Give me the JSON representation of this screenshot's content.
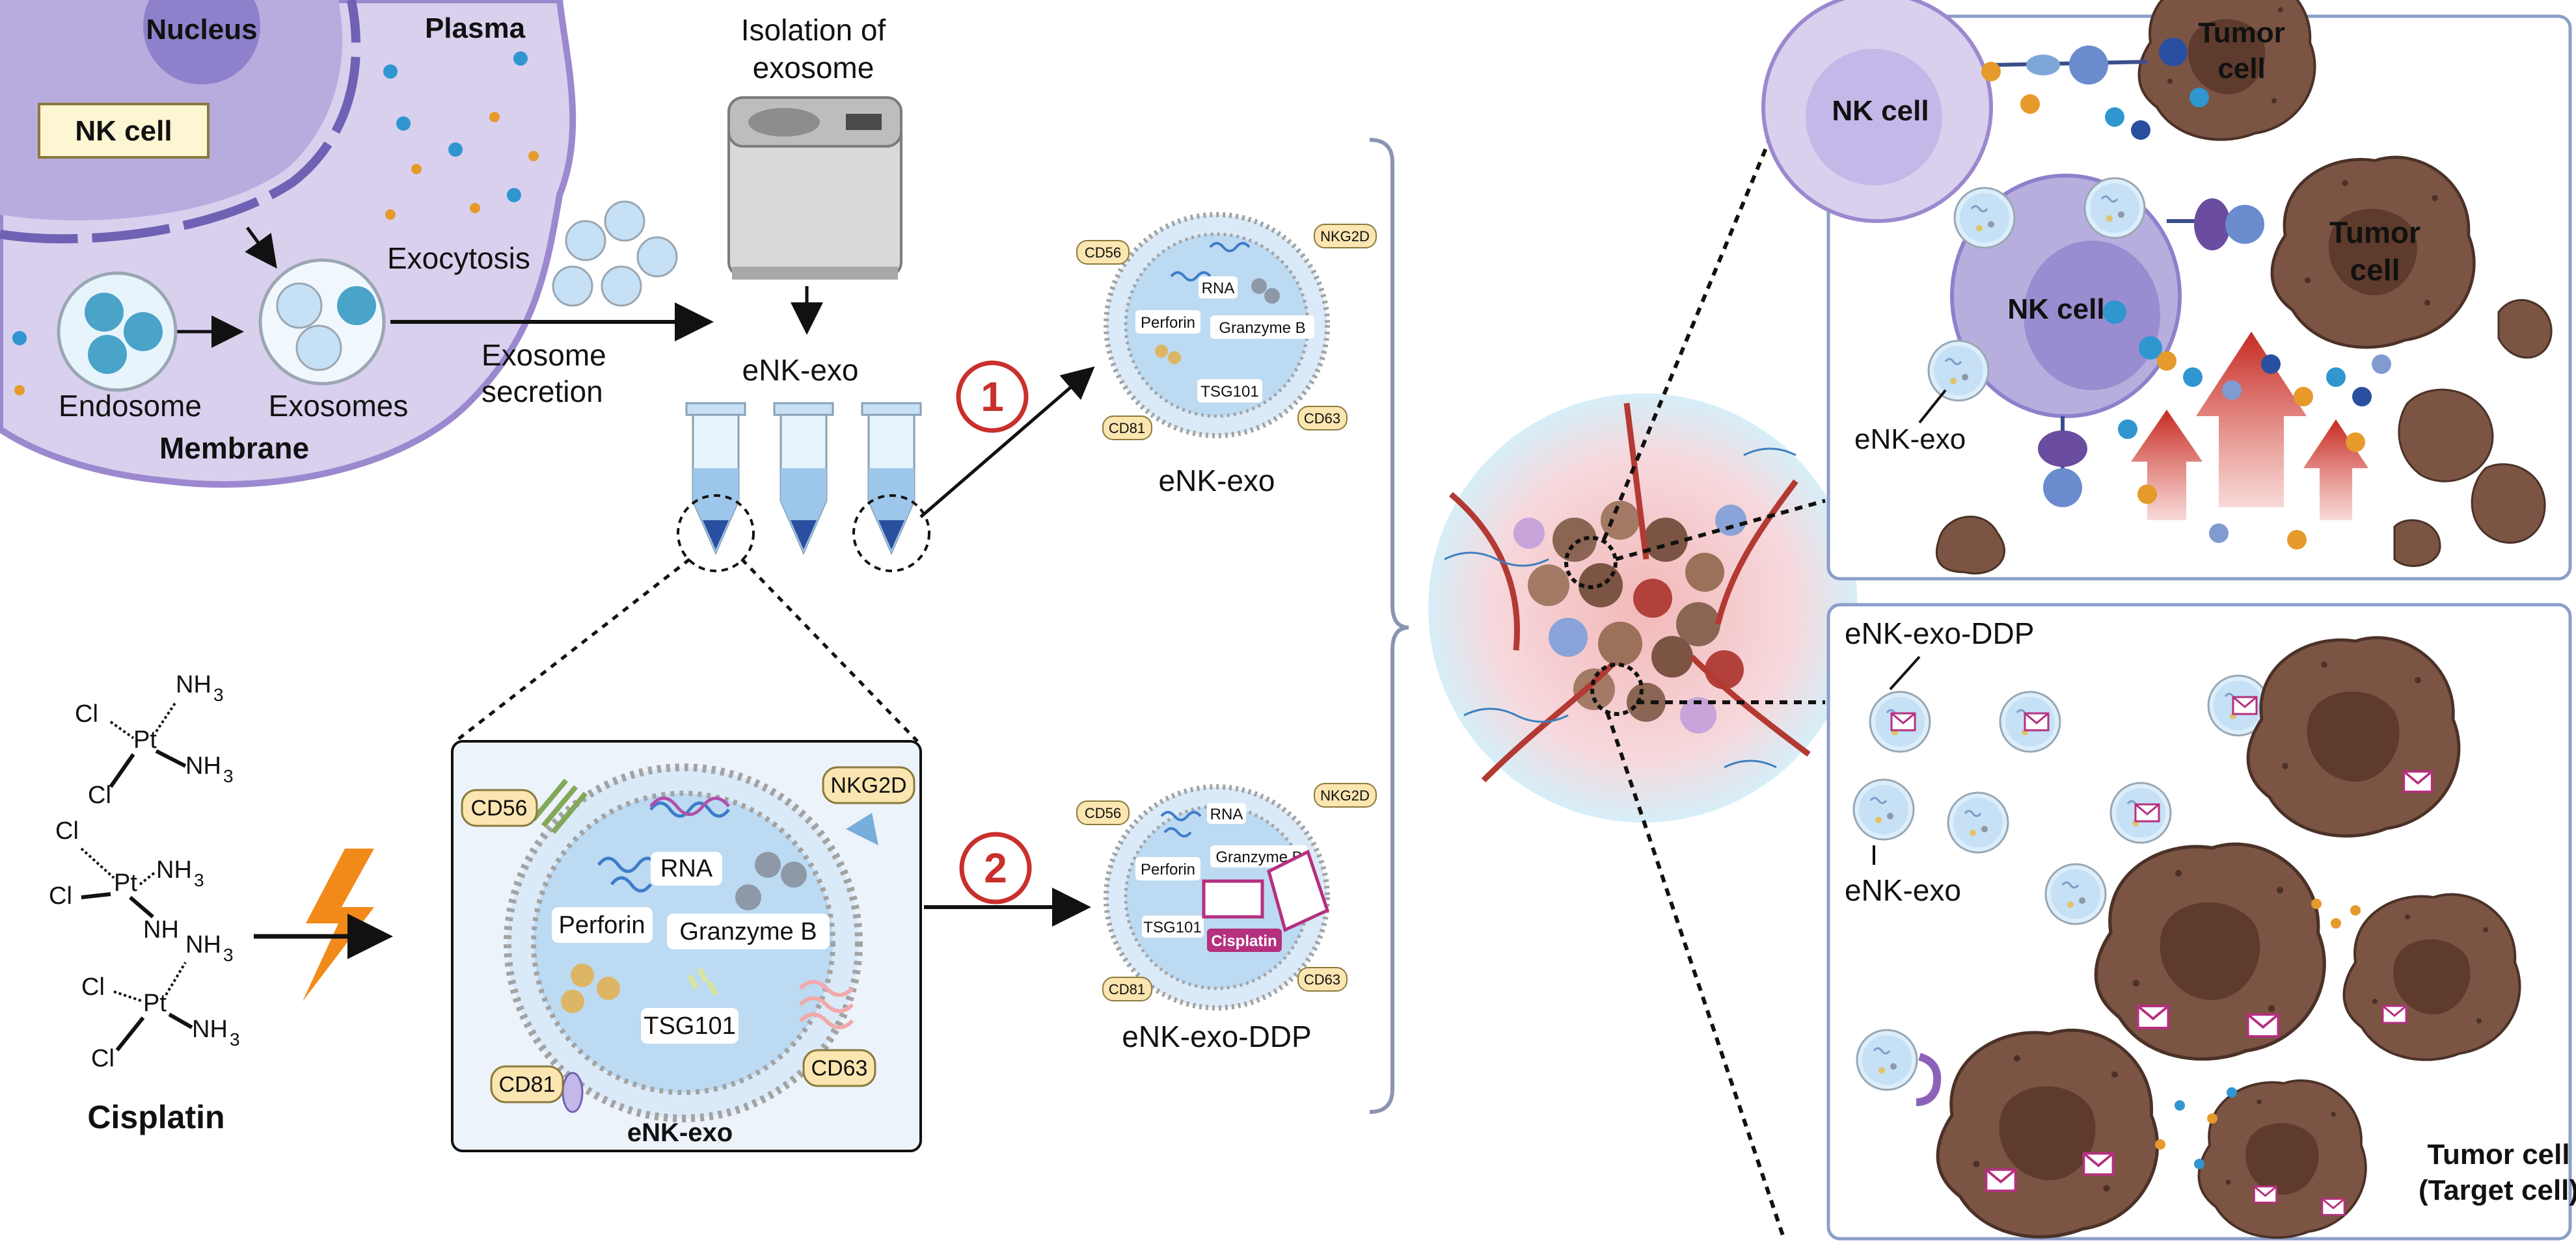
{
  "nk_origin": {
    "nucleus": "Nucleus",
    "plasma": "Plasma",
    "nk_cell": "NK cell",
    "exocytosis": "Exocytosis",
    "endosome": "Endosome",
    "exosomes": "Exosomes",
    "membrane": "Membrane",
    "exosome_secretion": [
      "Exosome",
      "secretion"
    ]
  },
  "isolation": {
    "title": [
      "Isolation of",
      "exosome"
    ],
    "product": "eNK-exo"
  },
  "cisplatin": {
    "name": "Cisplatin",
    "cl": "Cl",
    "pt": "Pt",
    "nh3": "NH",
    "nh3_sub": "3",
    "nh_partial": "NH"
  },
  "steps": {
    "step1": "1",
    "step2": "2"
  },
  "detail_panel": {
    "title": "eNK-exo",
    "markers": {
      "cd56": "CD56",
      "nkg2d": "NKG2D",
      "cd81": "CD81",
      "cd63": "CD63"
    },
    "cargo": {
      "rna": "RNA",
      "perforin": "Perforin",
      "granzyme": "Granzyme B",
      "tsg101": "TSG101"
    }
  },
  "enk_exo": {
    "label": "eNK-exo",
    "markers": {
      "cd56": "CD56",
      "nkg2d": "NKG2D",
      "cd81": "CD81",
      "cd63": "CD63"
    },
    "cargo": {
      "rna": "RNA",
      "perforin": "Perforin",
      "granzyme": "Granzyme B",
      "tsg101": "TSG101"
    }
  },
  "enk_exo_ddp": {
    "label": "eNK-exo-DDP",
    "markers": {
      "cd56": "CD56",
      "nkg2d": "NKG2D",
      "cd81": "CD81",
      "cd63": "CD63"
    },
    "cargo": {
      "rna": "RNA",
      "perforin": "Perforin",
      "granzyme": "Granzyme B",
      "tsg101": "TSG101",
      "cisplatin": "Cisplatin"
    }
  },
  "zoom_top": {
    "nk_cell_corner": "NK cell",
    "tumor_top": [
      "Tumor",
      "cell"
    ],
    "tumor_right": [
      "Tumor",
      "cell"
    ],
    "nk_cell_center": "NK cell",
    "enk_exo": "eNK-exo"
  },
  "zoom_bottom": {
    "enk_exo_ddp": "eNK-exo-DDP",
    "enk_exo": "eNK-exo",
    "tumor_target": [
      "Tumor cell",
      "(Target cell)"
    ]
  },
  "colors": {
    "nk_purple": "#c9c0e6",
    "exo_blue": "#c6e0f5",
    "tumor_brown": "#7b5443",
    "step_red": "#c9302c",
    "cisplatin_magenta": "#b5307f",
    "marker_tan": "#fbe5b0"
  }
}
